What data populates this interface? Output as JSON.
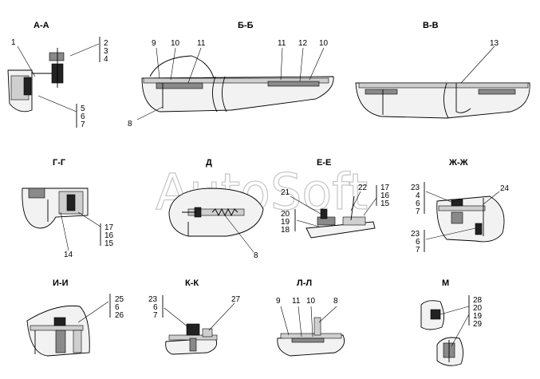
{
  "watermark": "AutoSoft",
  "sections": {
    "aa": {
      "title": "А-А",
      "labels": [
        "1",
        "2",
        "3",
        "4",
        "5",
        "6",
        "7"
      ]
    },
    "bb": {
      "title": "Б-Б",
      "labels": [
        "9",
        "10",
        "11",
        "11",
        "12",
        "10",
        "8"
      ]
    },
    "vv": {
      "title": "В-В",
      "labels": [
        "13"
      ]
    },
    "gg": {
      "title": "Г-Г",
      "labels": [
        "17",
        "16",
        "15",
        "14"
      ]
    },
    "d": {
      "title": "Д",
      "labels": [
        "8"
      ]
    },
    "ee": {
      "title": "Е-Е",
      "labels": [
        "21",
        "22",
        "17",
        "16",
        "15",
        "20",
        "19",
        "18"
      ]
    },
    "zhzh": {
      "title": "Ж-Ж",
      "labels": [
        "23",
        "4",
        "6",
        "7",
        "24",
        "23",
        "6",
        "7"
      ]
    },
    "ii": {
      "title": "И-И",
      "labels": [
        "25",
        "6",
        "26"
      ]
    },
    "kk": {
      "title": "К-К",
      "labels": [
        "23",
        "6",
        "7",
        "27"
      ]
    },
    "ll": {
      "title": "Л-Л",
      "labels": [
        "9",
        "11",
        "10",
        "8"
      ]
    },
    "m": {
      "title": "М",
      "labels": [
        "28",
        "20",
        "19",
        "29"
      ]
    }
  }
}
